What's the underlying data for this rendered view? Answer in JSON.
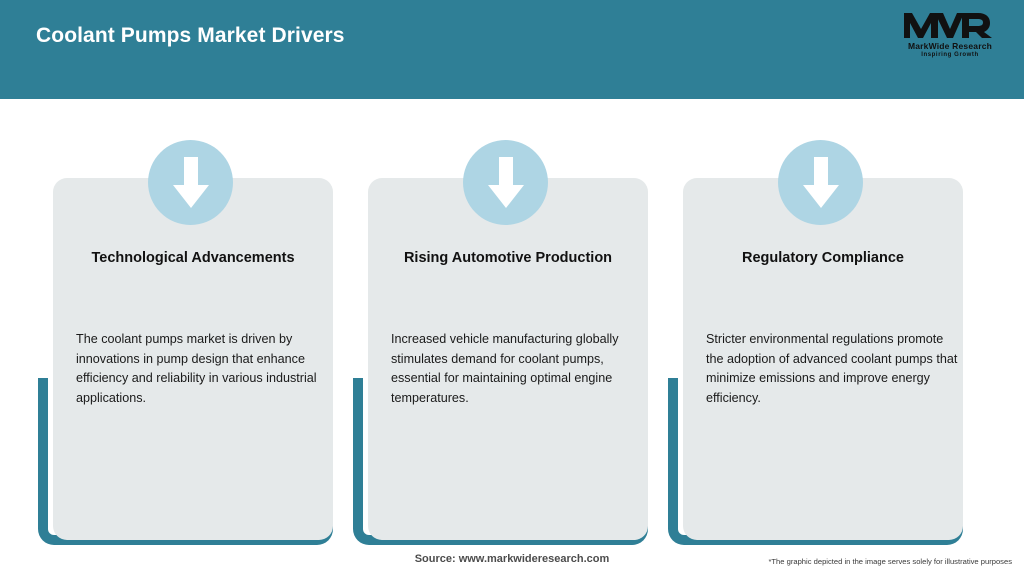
{
  "header": {
    "title": "Coolant Pumps Market Drivers",
    "background_color": "#2F7F96",
    "title_color": "#FFFFFF"
  },
  "logo": {
    "mark": "MWR",
    "name": "MarkWide Research",
    "tagline": "Inspiring Growth"
  },
  "theme": {
    "teal": "#2F7F96",
    "badge_blue": "#AED5E4",
    "panel_gray": "#E5E9EA",
    "page_background": "#FFFFFF"
  },
  "cards": [
    {
      "icon": "down-arrow-icon",
      "heading": "Technological Advancements",
      "body": "The coolant pumps market is driven by innovations in pump design that enhance efficiency and reliability in various industrial applications."
    },
    {
      "icon": "down-arrow-icon",
      "heading": "Rising Automotive Production",
      "body": "Increased vehicle manufacturing globally stimulates demand for coolant pumps, essential for maintaining optimal engine temperatures."
    },
    {
      "icon": "down-arrow-icon",
      "heading": "Regulatory Compliance",
      "body": "Stricter environmental regulations promote the adoption of advanced coolant pumps that minimize emissions and improve energy efficiency."
    }
  ],
  "footer": {
    "source": "Source: www.markwideresearch.com",
    "disclaimer": "*The graphic depicted in the image serves solely for illustrative purposes"
  }
}
